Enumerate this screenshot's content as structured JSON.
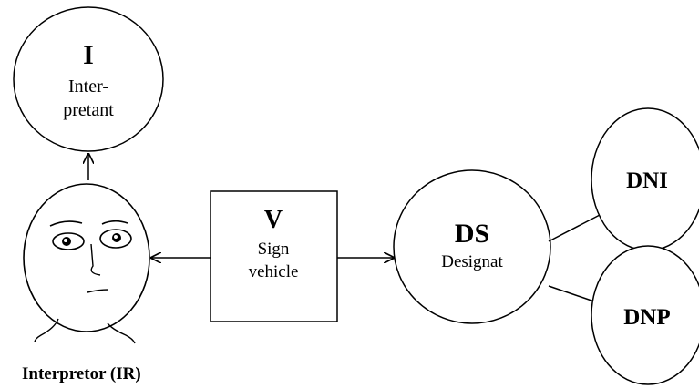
{
  "nodes": {
    "interpretant": {
      "letter": "I",
      "line1": "Inter-",
      "line2": "pretant"
    },
    "sign_vehicle": {
      "letter": "V",
      "line1": "Sign",
      "line2": "vehicle"
    },
    "designat": {
      "letter": "DS",
      "label": "Designat"
    },
    "dni": {
      "label": "DNI"
    },
    "dnp": {
      "label": "DNP"
    }
  },
  "interpretor": {
    "label": "Interpretor (IR)"
  },
  "colors": {
    "stroke": "#000000",
    "background": "#ffffff"
  }
}
